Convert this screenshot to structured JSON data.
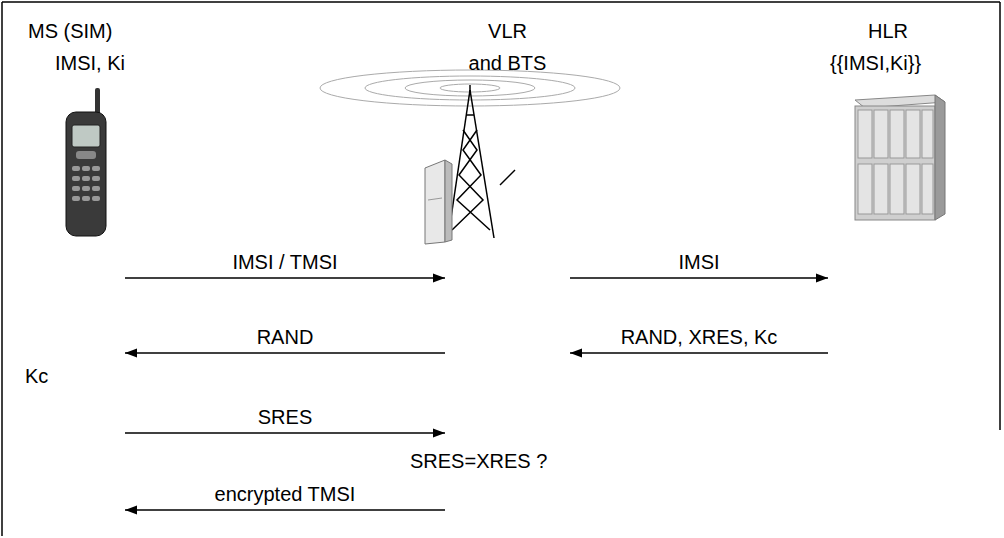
{
  "diagram": {
    "nodes": [
      {
        "text": [
          "MS (SIM)",
          "IMSI, Ki"
        ]
      },
      {
        "text": [
          "VLR",
          "and BTS"
        ]
      },
      {
        "text": [
          "HLR",
          "{{IMSI,Ki}}"
        ]
      }
    ],
    "edges": [
      {
        "from": 0,
        "to": 1,
        "label": "IMSI / TMSI",
        "arrow": "to"
      },
      {
        "from": 1,
        "to": 2,
        "label": "IMSI",
        "arrow": "to"
      },
      {
        "from": 2,
        "to": 1,
        "label": "RAND, XRES, Kc",
        "arrow": "to"
      },
      {
        "from": 1,
        "to": 0,
        "label": "RAND",
        "arrow": "to"
      },
      {
        "from": 0,
        "to": 1,
        "label": "SRES",
        "arrow": "to"
      },
      {
        "from": 1,
        "to": 0,
        "label": "encrypted TMSI",
        "arrow": "to"
      }
    ],
    "labels": [
      "Kc",
      "SRES=XRES ?"
    ]
  }
}
